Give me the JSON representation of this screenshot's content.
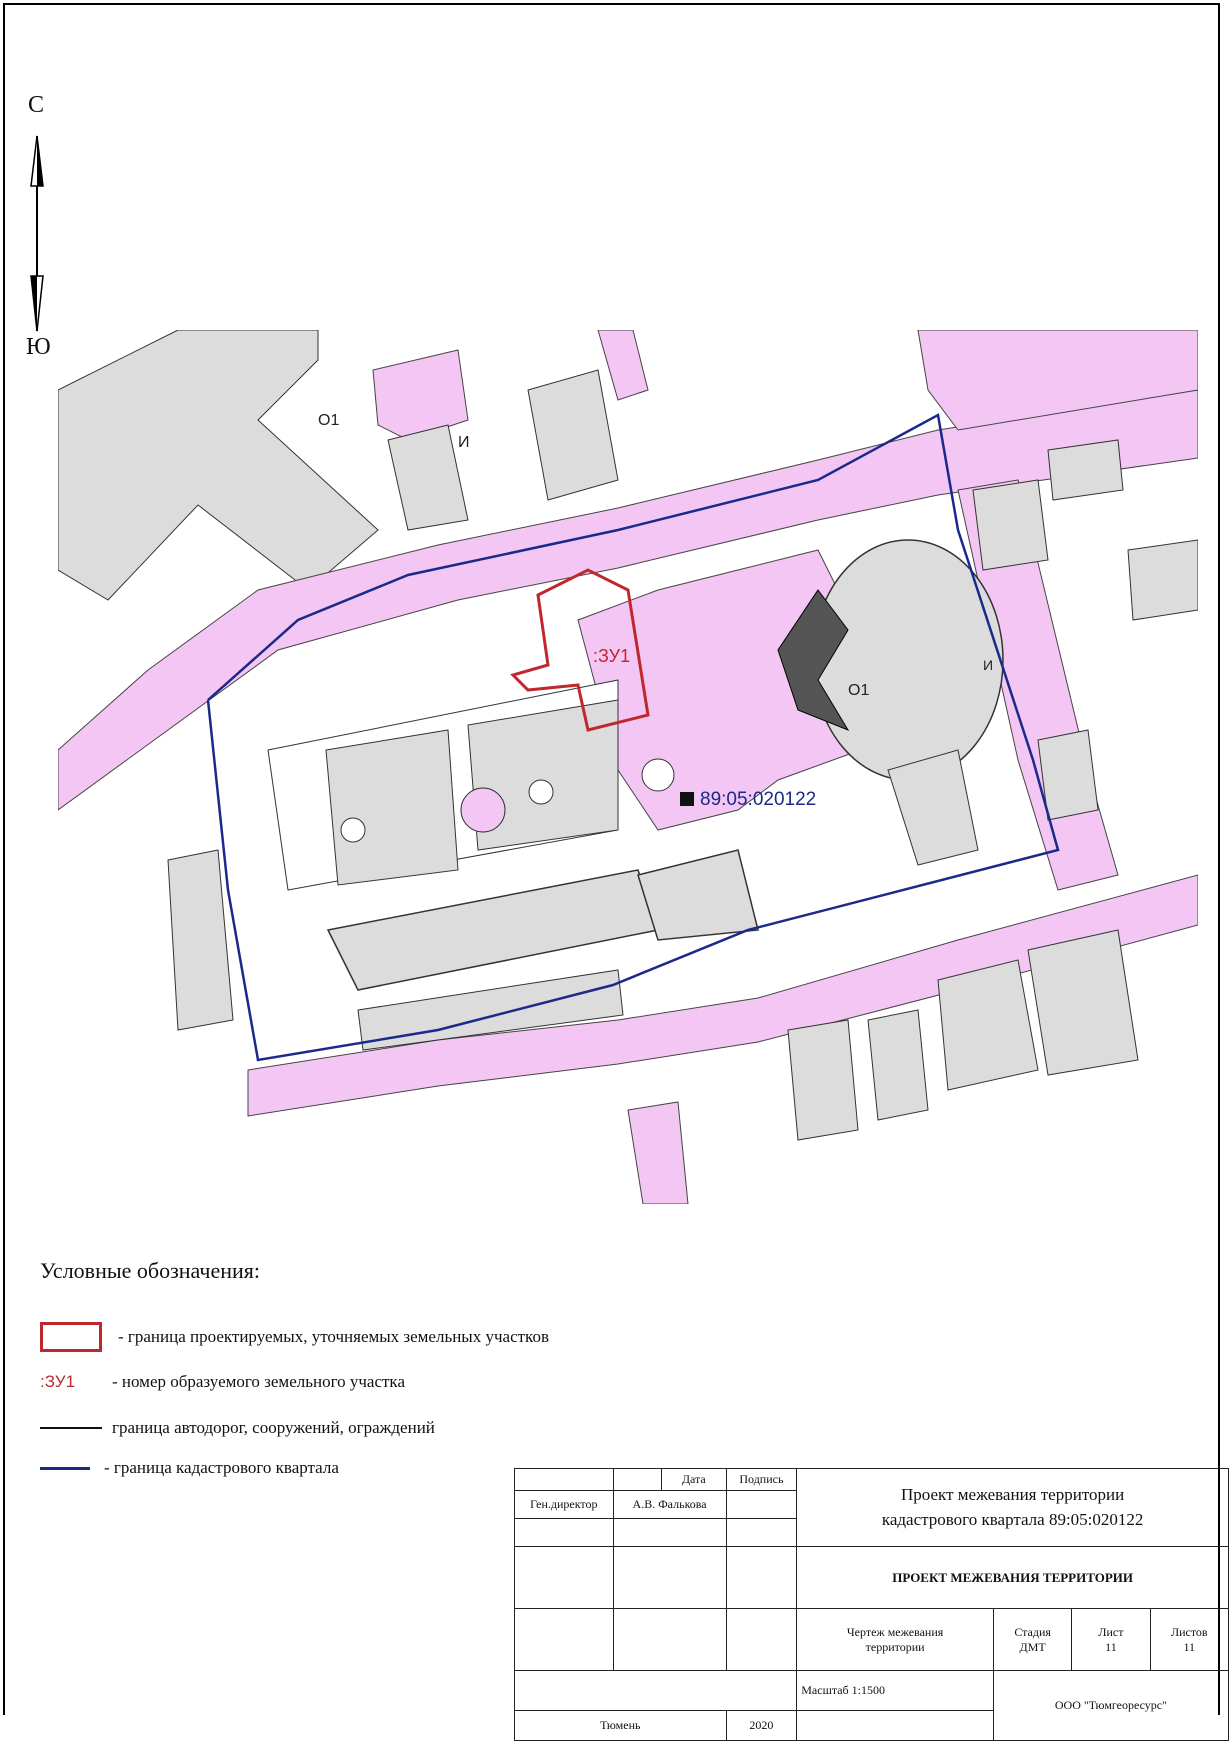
{
  "north_arrow": {
    "north_letter": "С",
    "south_letter": "Ю"
  },
  "map": {
    "zone_labels": {
      "o1_left": "О1",
      "i_left": "И",
      "o1_right": "О1",
      "i_right": "И"
    },
    "parcel_label": ":ЗУ1",
    "quarter_number": "89:05:020122",
    "colors": {
      "road_fill": "#f4c6f4",
      "building_fill": "#dcdcdc",
      "parcel_outline": "#c0282d",
      "quarter_boundary": "#1a2a8a"
    }
  },
  "legend": {
    "title": "Условные обозначения:",
    "parcel_boundary": "- граница проектируемых, уточняемых земельных участков",
    "zu_sample": ":ЗУ1",
    "zu_text": "- номер образуемого земельного участка",
    "roads_text": "граница автодорог, сооружений, ограждений",
    "quarter_text": "- граница кадастрового квартала"
  },
  "stamp": {
    "date_header": "Дата",
    "signature_header": "Подпись",
    "role": "Ген.директор",
    "person": "А.В. Фалькова",
    "project_line1": "Проект межевания территории",
    "project_line2": "кадастрового квартала 89:05:020122",
    "doc_title": "ПРОЕКТ МЕЖЕВАНИЯ ТЕРРИТОРИИ",
    "drawing_name_line1": "Чертеж межевания",
    "drawing_name_line2": "территории",
    "stage_label": "Стадия",
    "stage_value": "ДМТ",
    "sheet_label": "Лист",
    "sheet_value": "11",
    "sheets_label": "Листов",
    "sheets_value": "11",
    "scale": "Масштаб 1:1500",
    "company": "ООО \"Тюмгеоресурс\"",
    "city": "Тюмень",
    "year": "2020"
  }
}
